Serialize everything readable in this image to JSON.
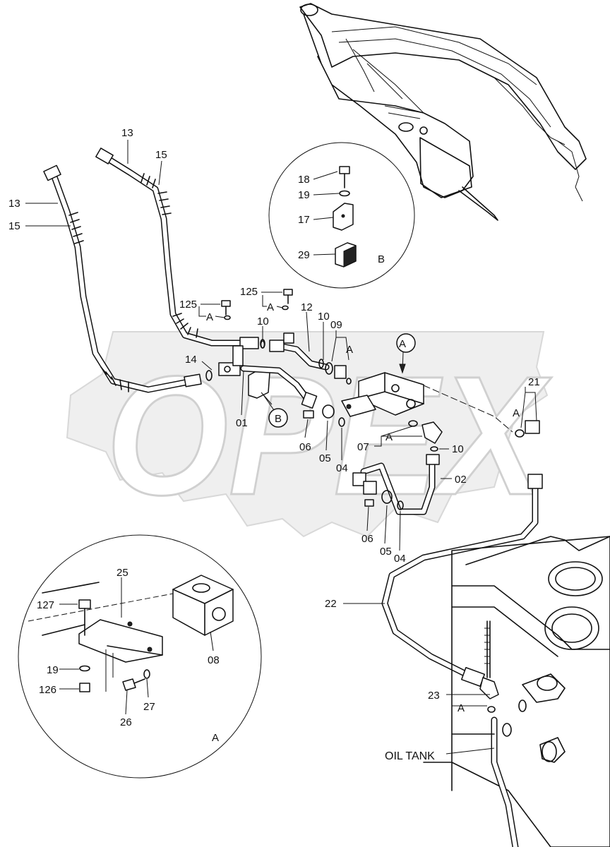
{
  "diagram": {
    "watermark_text": "OPEX",
    "oil_tank_label": "OIL TANK",
    "view_labels": {
      "a": "A",
      "b": "B"
    },
    "callouts": {
      "p13_left": "13",
      "p15_left": "15",
      "p13_top": "13",
      "p15_top": "15",
      "p125_left": "125",
      "p125_right": "125",
      "pA_1": "A",
      "pA_2": "A",
      "p10_a": "10",
      "p10_b": "10",
      "p10_c": "10",
      "p12": "12",
      "p09": "09",
      "pA_3": "A",
      "p14": "14",
      "p01": "01",
      "p06_a": "06",
      "p05_a": "05",
      "p04_a": "04",
      "p07": "07",
      "pA_4": "A",
      "p02": "02",
      "p06_b": "06",
      "p05_b": "05",
      "p04_b": "04",
      "p21": "21",
      "pA_5": "A",
      "p22": "22",
      "p23": "23",
      "pA_6": "A",
      "detB_18": "18",
      "detB_19": "19",
      "detB_17": "17",
      "detB_29": "29",
      "detA_25": "25",
      "detA_127": "127",
      "detA_19": "19",
      "detA_126": "126",
      "detA_26": "26",
      "detA_27": "27",
      "detA_08": "08"
    },
    "markers": {
      "circle_a": "A",
      "circle_b": "B"
    }
  }
}
